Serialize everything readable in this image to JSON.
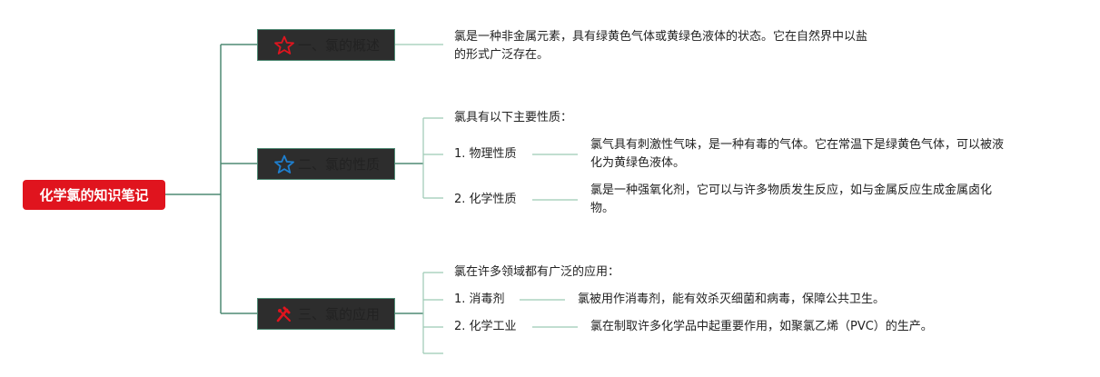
{
  "root": {
    "title": "化学氯的知识笔记"
  },
  "branches": [
    {
      "label": "一、氯的概述",
      "icon": "star-outline-icon",
      "icon_color": "#e0141e"
    },
    {
      "label": "二、氯的性质",
      "icon": "star-outline-icon",
      "icon_color": "#1e7fcf"
    },
    {
      "label": "三、氯的应用",
      "icon": "tools-icon",
      "icon_color": "#e0141e"
    }
  ],
  "overview": {
    "text_line1": "氯是一种非金属元素，具有绿黄色气体或黄绿色液体的状态。它在自然界中以盐",
    "text_line2": "的形式广泛存在。"
  },
  "properties": {
    "intro": "氯具有以下主要性质：",
    "items": [
      {
        "label": "1. 物理性质",
        "desc_line1": "氯气具有刺激性气味，是一种有毒的气体。它在常温下是绿黄色气体，可以被液",
        "desc_line2": "化为黄绿色液体。"
      },
      {
        "label": "2. 化学性质",
        "desc_line1": "氯是一种强氧化剂，它可以与许多物质发生反应，如与金属反应生成金属卤化",
        "desc_line2": "物。"
      }
    ]
  },
  "applications": {
    "intro": "氯在许多领域都有广泛的应用：",
    "items": [
      {
        "label": "1. 消毒剂",
        "desc": "氯被用作消毒剂，能有效杀灭细菌和病毒，保障公共卫生。"
      },
      {
        "label": "2. 化学工业",
        "desc": "氯在制取许多化学品中起重要作用，如聚氯乙烯（PVC）的生产。"
      }
    ]
  },
  "colors": {
    "root_bg": "#e0141e",
    "branch_bg": "#2d2d2d",
    "connector": "#4f8a74",
    "leaf_connector": "#9cc9b5"
  }
}
